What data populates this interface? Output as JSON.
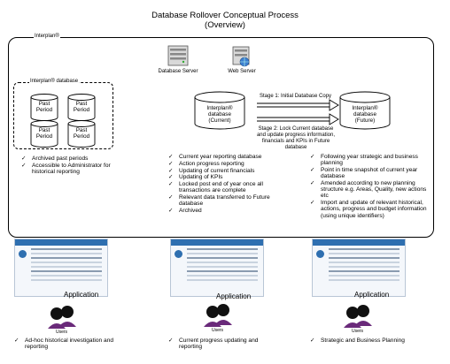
{
  "title": {
    "line1": "Database Rollover Conceptual Process",
    "line2": "(Overview)"
  },
  "outer_box_label": "Interplan®",
  "inner_box_label": "Interplan® database",
  "servers": {
    "database": "Database Server",
    "web": "Web Server"
  },
  "past_periods": [
    "Past Period",
    "Past Period",
    "Past Period",
    "Past Period"
  ],
  "current_db": {
    "line1": "Interplan®",
    "line2": "database",
    "line3": "(Current)"
  },
  "future_db": {
    "line1": "Interplan®",
    "line2": "database",
    "line3": "(Future)"
  },
  "stages": {
    "stage1": "Stage 1: Initial Database Copy",
    "stage2_line1": "Stage 2: Lock Current database",
    "stage2_line2": "and update progress information,",
    "stage2_line3": "financials and KPIs in Future",
    "stage2_line4": "database"
  },
  "list_left": [
    "Archived past periods",
    "Accessible to Administrator for historical reporting"
  ],
  "list_middle": [
    "Current year reporting database",
    "Action progress reporting",
    "Updating of current financials",
    "Updating of KPIs",
    "Locked post end of year once all transactions are complete",
    "Relevant data transferred to Future database",
    "Archived"
  ],
  "list_right": [
    "Following year strategic and business planning",
    "Point in time snapshot of current year database",
    "Amended according to new planning structure e.g. Areas, Quality, new actions etc",
    "Import and update of relevant historical, actions, progress and budget information (using unique identifiers)"
  ],
  "applications": [
    "Application",
    "Application",
    "Application"
  ],
  "users_labels": [
    "Users",
    "Users",
    "Users"
  ],
  "bottom_items": [
    "Ad-hoc historical investigation and reporting",
    "Current progress updating and reporting",
    "Strategic and Business Planning"
  ],
  "colors": {
    "app_header": "#2e6fb0",
    "users_icon": "#6a2a7a"
  }
}
